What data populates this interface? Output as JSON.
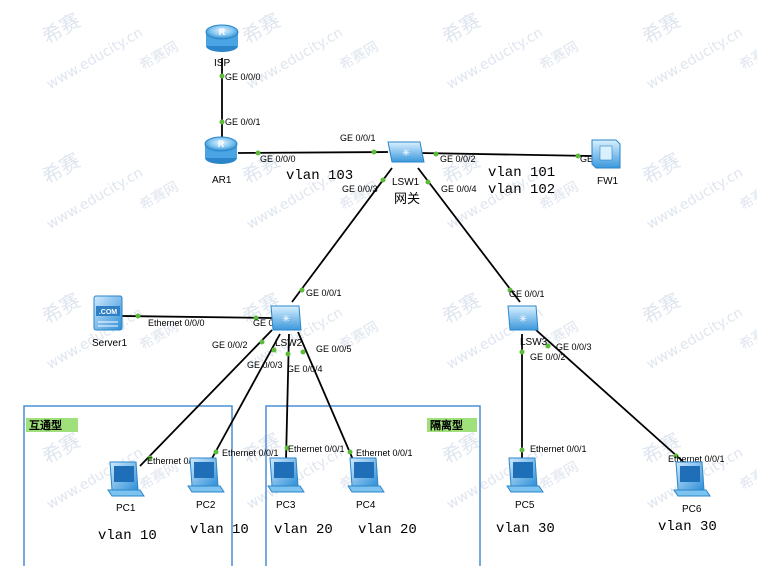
{
  "watermark": {
    "brand": "希赛",
    "site": "www.educity.cn",
    "net": "希赛网"
  },
  "devices": {
    "isp": "ISP",
    "ar1": "AR1",
    "lsw1": "LSW1",
    "fw1": "FW1",
    "lsw2": "LSW2",
    "lsw3": "LSW3",
    "server1": "Server1",
    "server_badge": ".COM",
    "pc1": "PC1",
    "pc2": "PC2",
    "pc3": "PC3",
    "pc4": "PC4",
    "pc5": "PC5",
    "pc6": "PC6"
  },
  "gateway_label": "网关",
  "ports": {
    "isp_down": "GE 0/0/0",
    "ar1_up": "GE 0/0/1",
    "ar1_right": "GE 0/0/0",
    "lsw1_left": "GE 0/0/1",
    "lsw1_right": "GE 0/0/2",
    "lsw1_down_left": "GE 0/0/3",
    "lsw1_down_right": "GE 0/0/4",
    "fw1_port": "GE 1/0/0",
    "lsw2_up": "GE 0/0/1",
    "lsw2_server": "GE 0/0/6",
    "server_eth": "Ethernet 0/0/0",
    "lsw2_p2": "GE 0/0/2",
    "lsw2_p3": "GE 0/0/3",
    "lsw2_p4": "GE 0/0/4",
    "lsw2_p5": "GE 0/0/5",
    "lsw3_up": "GE 0/0/1",
    "lsw3_p2": "GE 0/0/2",
    "lsw3_p3": "GE 0/0/3",
    "pc1_eth": "Ethernet 0/0/1",
    "pc2_eth": "Ethernet 0/0/1",
    "pc3_eth": "Ethernet 0/0/1",
    "pc4_eth": "Ethernet 0/0/1",
    "pc5_eth": "Ethernet 0/0/1",
    "pc6_eth": "Ethernet 0/0/1"
  },
  "vlans": {
    "ar1_link": "vlan 103",
    "fw_link_1": "vlan 101",
    "fw_link_2": "vlan 102",
    "pc1": "vlan 10",
    "pc2": "vlan 10",
    "pc3": "vlan 20",
    "pc4": "vlan 20",
    "pc5": "vlan 30",
    "pc6": "vlan 30"
  },
  "zones": {
    "left": "互通型",
    "right": "隔离型"
  },
  "colors": {
    "device_blue": "#3aa0e6",
    "device_light": "#bfe3fb",
    "port_dot": "#5dbb3a",
    "zone_border": "#4a8fd6",
    "zone_label_bg": "#9fe07a"
  }
}
